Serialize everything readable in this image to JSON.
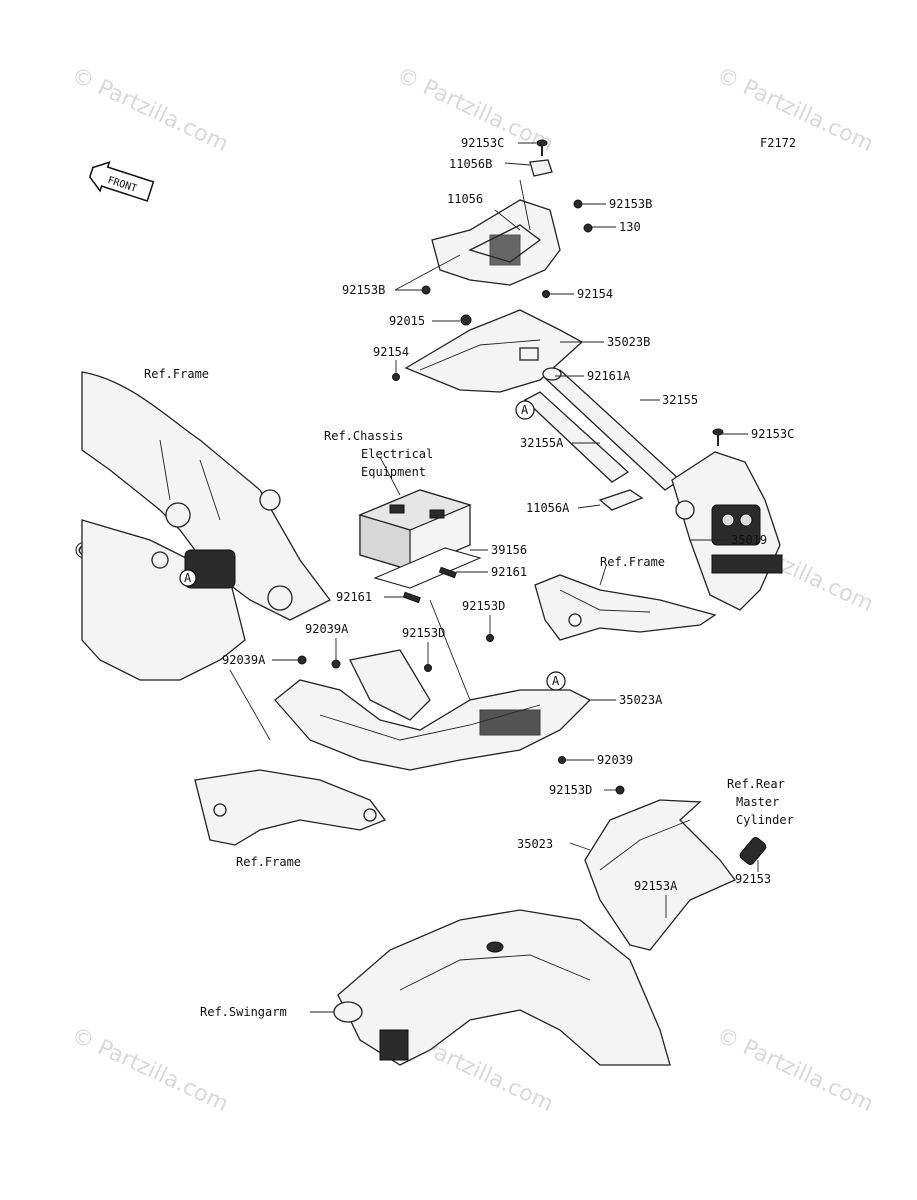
{
  "figure_code": "F2172",
  "front_marker": "FRONT",
  "watermark": "© Partzilla.com",
  "callout_letter": "A",
  "parts": [
    {
      "id": "92153C_top",
      "label": "92153C"
    },
    {
      "id": "11056B",
      "label": "11056B"
    },
    {
      "id": "11056",
      "label": "11056"
    },
    {
      "id": "92153B_right",
      "label": "92153B"
    },
    {
      "id": "130",
      "label": "130"
    },
    {
      "id": "92153B_left",
      "label": "92153B"
    },
    {
      "id": "92154_right",
      "label": "92154"
    },
    {
      "id": "92015",
      "label": "92015"
    },
    {
      "id": "35023B",
      "label": "35023B"
    },
    {
      "id": "92154_left",
      "label": "92154"
    },
    {
      "id": "92161A",
      "label": "92161A"
    },
    {
      "id": "32155",
      "label": "32155"
    },
    {
      "id": "92153C_right",
      "label": "92153C"
    },
    {
      "id": "32155A",
      "label": "32155A"
    },
    {
      "id": "11056A",
      "label": "11056A"
    },
    {
      "id": "35019",
      "label": "35019"
    },
    {
      "id": "39156",
      "label": "39156"
    },
    {
      "id": "92161_right",
      "label": "92161"
    },
    {
      "id": "92161_left",
      "label": "92161"
    },
    {
      "id": "92153D_a",
      "label": "92153D"
    },
    {
      "id": "92039A_a",
      "label": "92039A"
    },
    {
      "id": "92153D_b",
      "label": "92153D"
    },
    {
      "id": "92039A_b",
      "label": "92039A"
    },
    {
      "id": "35023A",
      "label": "35023A"
    },
    {
      "id": "92039",
      "label": "92039"
    },
    {
      "id": "92153D_c",
      "label": "92153D"
    },
    {
      "id": "35023",
      "label": "35023"
    },
    {
      "id": "92153A",
      "label": "92153A"
    },
    {
      "id": "92153",
      "label": "92153"
    }
  ],
  "references": [
    {
      "id": "ref_frame_top",
      "lines": [
        "Ref.Frame"
      ]
    },
    {
      "id": "ref_chassis",
      "lines": [
        "Ref.Chassis",
        "Electrical",
        "Equipment"
      ]
    },
    {
      "id": "ref_frame_right",
      "lines": [
        "Ref.Frame"
      ]
    },
    {
      "id": "ref_frame_bottom",
      "lines": [
        "Ref.Frame"
      ]
    },
    {
      "id": "ref_rear_master",
      "lines": [
        "Ref.Rear",
        "Master",
        "Cylinder"
      ]
    },
    {
      "id": "ref_swingarm",
      "lines": [
        "Ref.Swingarm"
      ]
    }
  ]
}
